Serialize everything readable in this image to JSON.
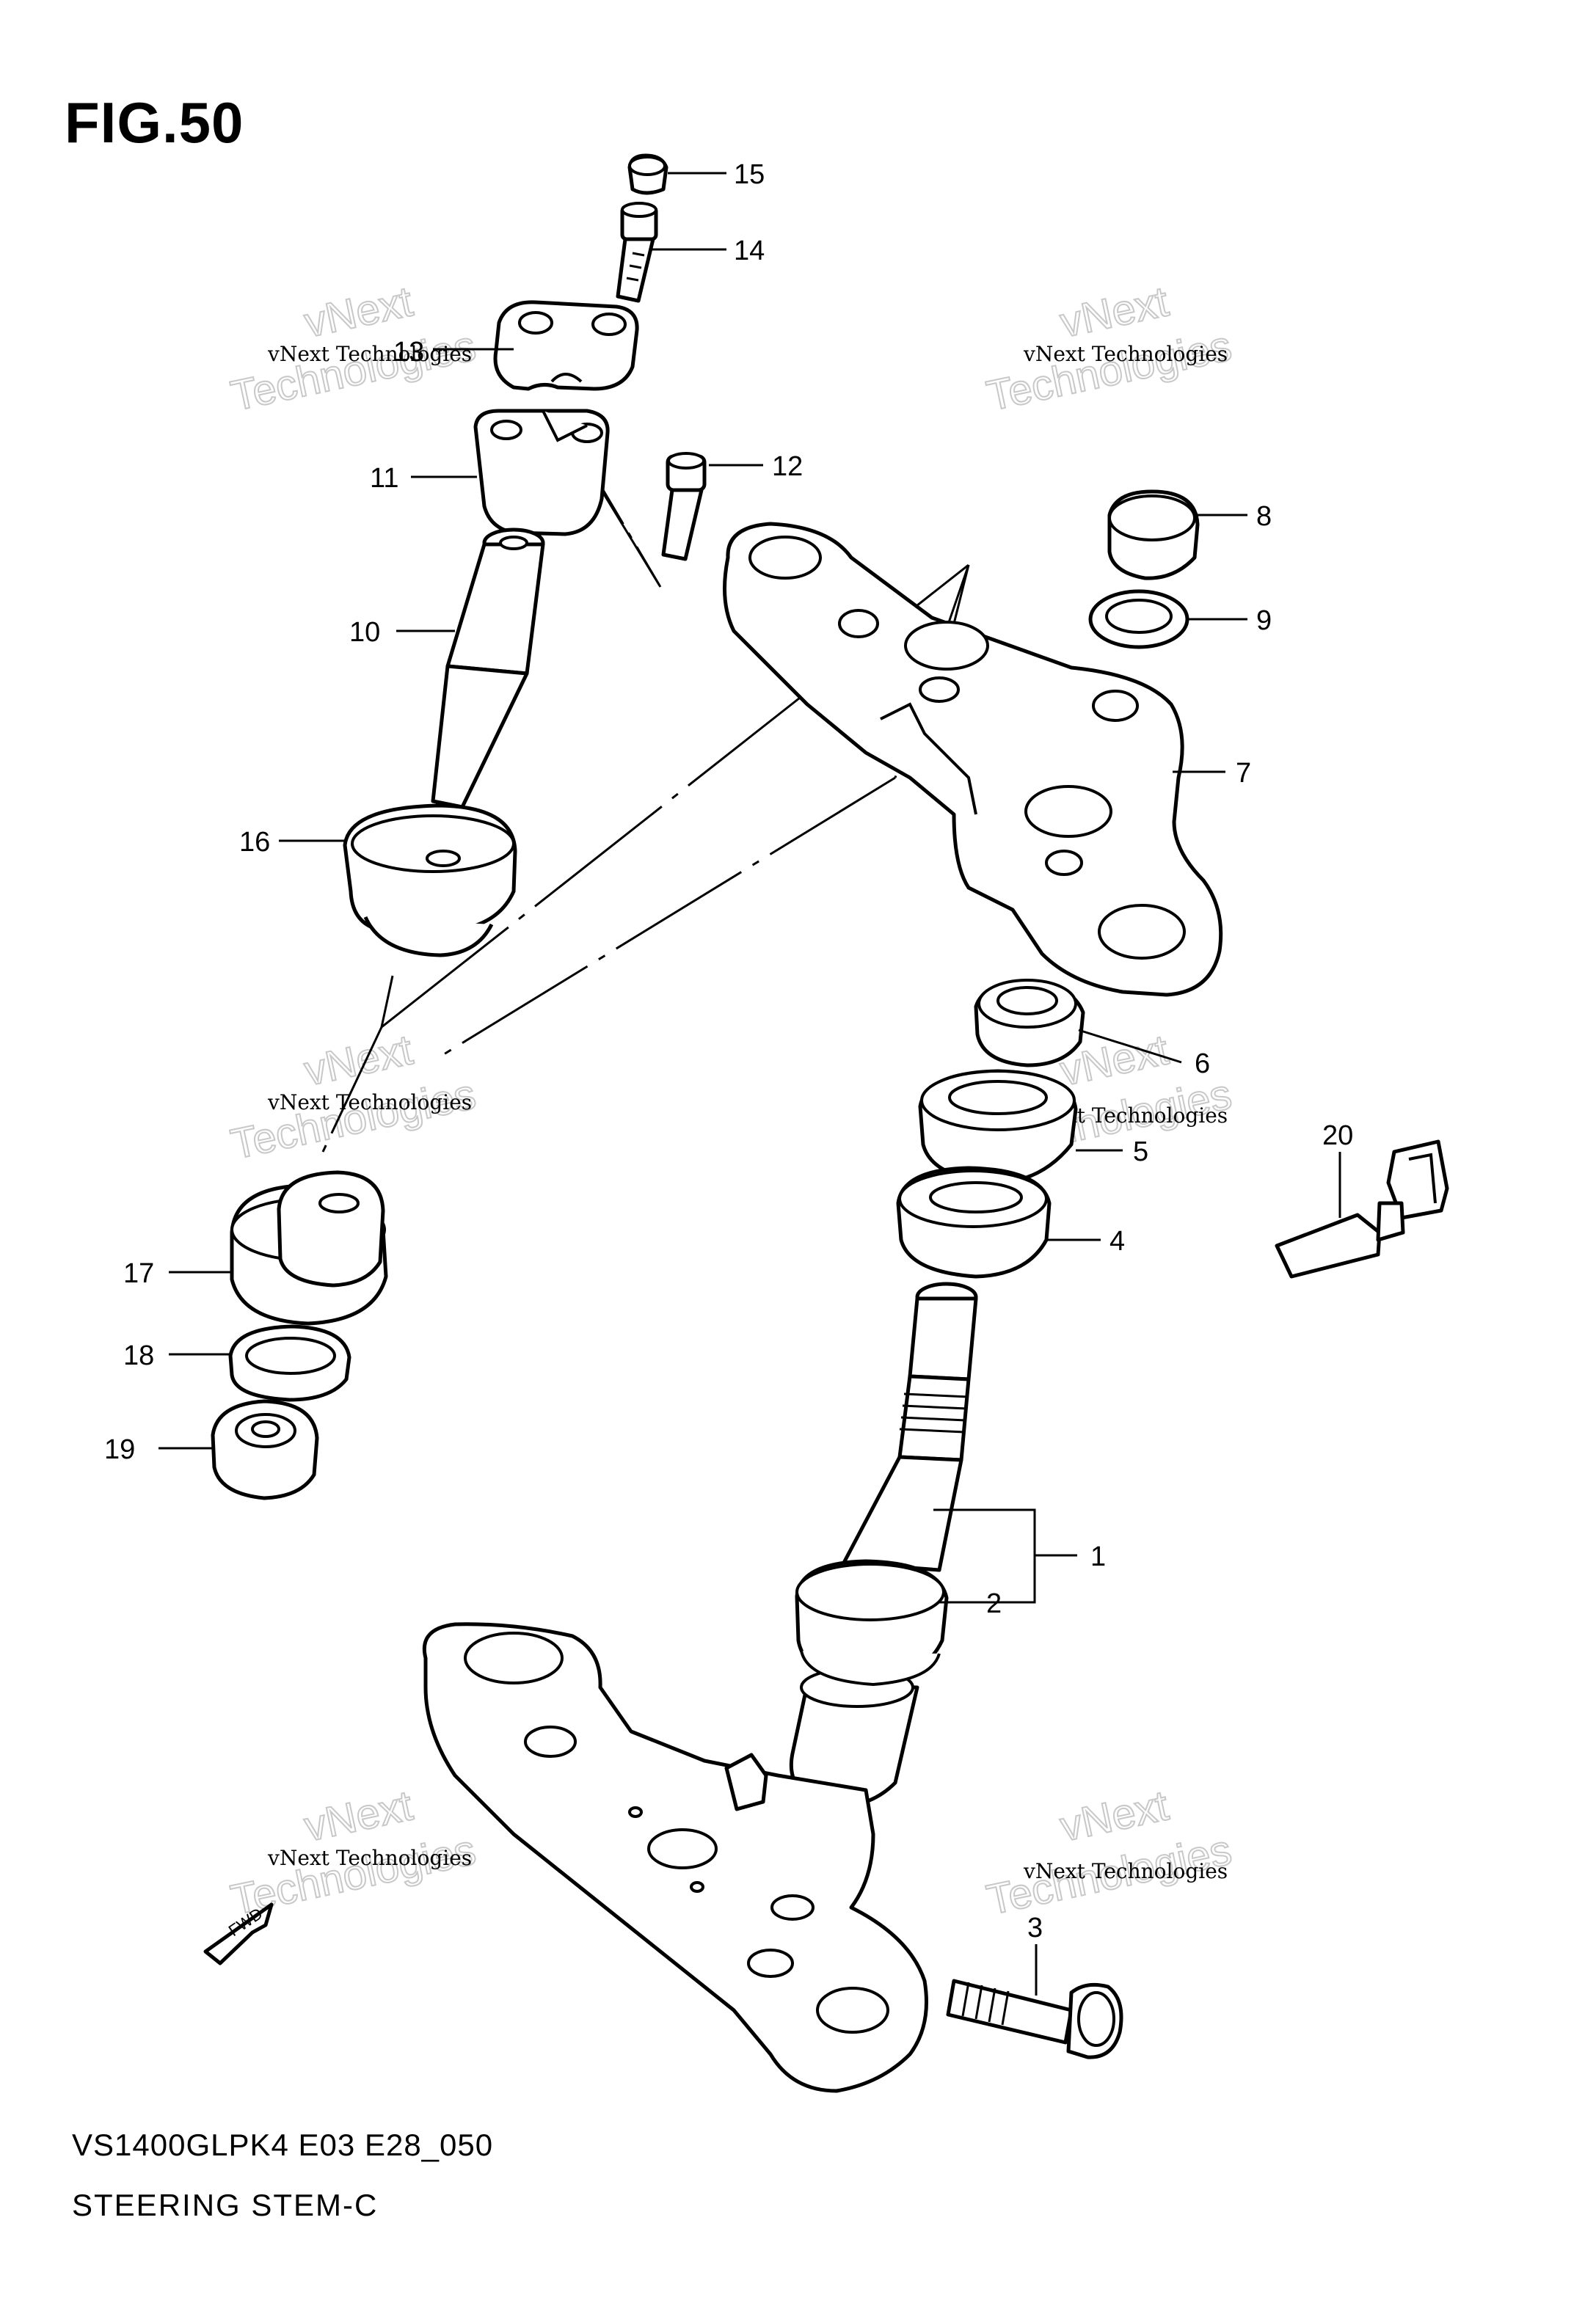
{
  "figure": {
    "title": "FIG.50",
    "model_code": "VS1400GLPK4 E03 E28_050",
    "diagram_name": "STEERING STEM-C"
  },
  "watermark": {
    "line1": "vNext Technologies",
    "line2_a": "vNext",
    "line2_b": "Technologies"
  },
  "callouts": [
    "1",
    "2",
    "3",
    "4",
    "5",
    "6",
    "7",
    "8",
    "9",
    "10",
    "11",
    "12",
    "13",
    "14",
    "15",
    "16",
    "17",
    "18",
    "19",
    "20"
  ],
  "direction_marker": "FWD"
}
